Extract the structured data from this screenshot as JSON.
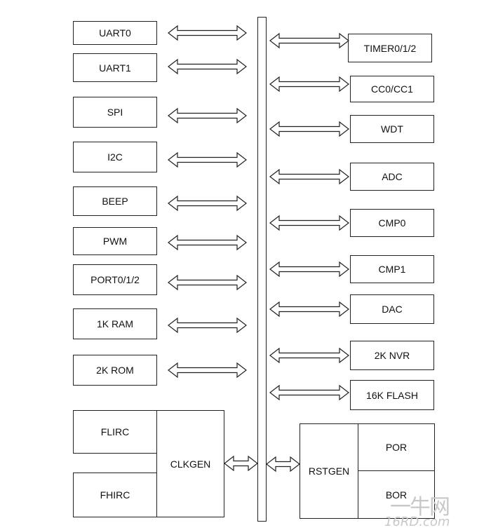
{
  "left_blocks": [
    "UART0",
    "UART1",
    "SPI",
    "I2C",
    "BEEP",
    "PWM",
    "PORT0/1/2",
    "1K RAM",
    "2K ROM"
  ],
  "right_blocks": [
    "TIMER0/1/2",
    "CC0/CC1",
    "WDT",
    "ADC",
    "CMP0",
    "CMP1",
    "DAC",
    "2K NVR",
    "16K FLASH"
  ],
  "clock": {
    "sources": [
      "FLIRC",
      "FHIRC"
    ],
    "generator": "CLKGEN"
  },
  "reset": {
    "generator": "RSTGEN",
    "sources": [
      "POR",
      "BOR"
    ]
  },
  "watermark": {
    "logo": "一牛网",
    "url": "16RD.com"
  }
}
